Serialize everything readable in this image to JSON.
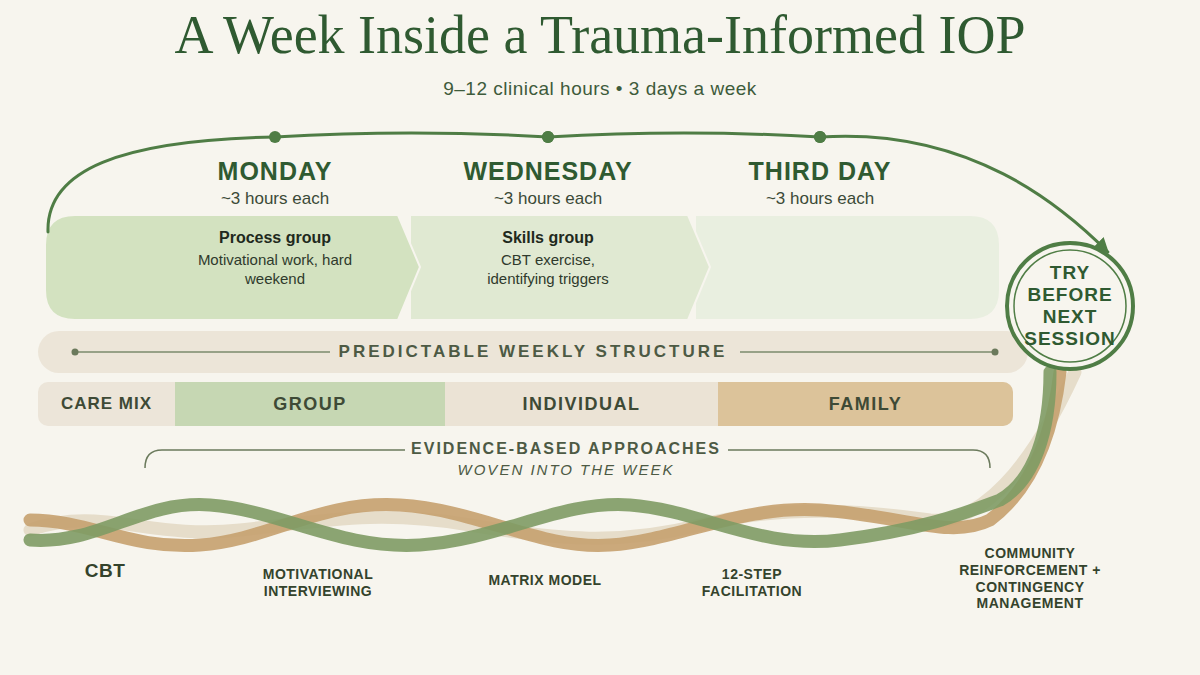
{
  "diagram": {
    "title": "A Week Inside a Trauma-Informed IOP",
    "nodes": [
      {
        "text": [
          "MONDAY",
          "~3 hours each",
          "Process group",
          "Motivational work, hard weekend"
        ]
      },
      {
        "text": [
          "WEDNESDAY",
          "~3 hours each",
          "Skills group",
          "CBT exercise, identifying triggers"
        ]
      },
      {
        "text": [
          "THIRD DAY",
          "~3 hours each"
        ]
      },
      {
        "text": [
          "TRY BEFORE NEXT SESSION"
        ]
      },
      {
        "text": [
          "PREDICTABLE WEEKLY STRUCTURE"
        ]
      },
      {
        "text": [
          "CARE MIX"
        ]
      },
      {
        "text": [
          "GROUP"
        ],
        "in": 5
      },
      {
        "text": [
          "INDIVIDUAL"
        ],
        "in": 5
      },
      {
        "text": [
          "FAMILY"
        ],
        "in": 5
      }
    ],
    "edges": [
      {
        "from": 0,
        "to": 1,
        "arrow": "none"
      },
      {
        "from": 1,
        "to": 2,
        "arrow": "none"
      },
      {
        "from": 2,
        "to": 3,
        "arrow": "to"
      }
    ],
    "labels": [
      "9–12 clinical hours • 3 days a week",
      "EVIDENCE-BASED APPROACHES",
      "WOVEN INTO THE WEEK",
      "CBT",
      "MOTIVATIONAL INTERVIEWING",
      "MATRIX MODEL",
      "12-STEP FACILITATION",
      "COMMUNITY REINFORCEMENT + CONTINGENCY MANAGEMENT"
    ]
  }
}
